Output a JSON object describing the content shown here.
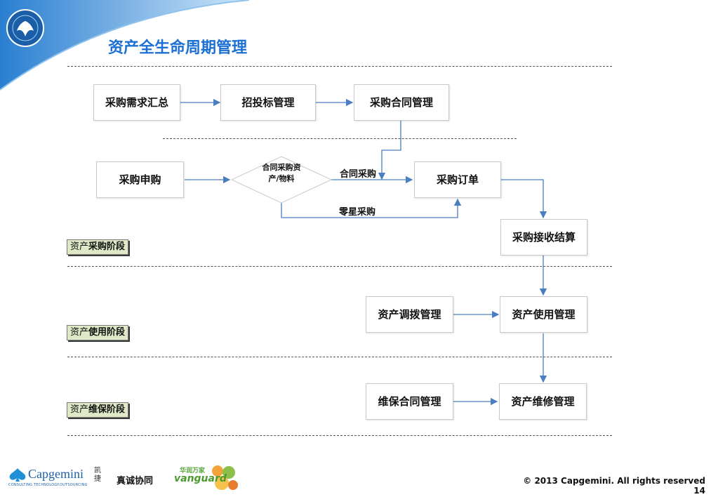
{
  "slide": {
    "title": "资产全生命周期管理",
    "page_number": "14",
    "copyright": "© 2013 Capgemini. All rights reserved"
  },
  "logos": {
    "capgemini_name": "Capgemini",
    "capgemini_cn_1": "凯",
    "capgemini_cn_2": "捷",
    "capgemini_tagline": "CONSULTING.TECHNOLOGY.OUTSOURCING",
    "partner_text": "真诚协同",
    "vanguard_cn": "华润万家",
    "vanguard_en": "vanguard"
  },
  "flow": {
    "demand": "采购需求汇总",
    "tender": "招投标管理",
    "contract": "采购合同管理",
    "requisition": "采购申购",
    "decision": "合同采购资产/物料",
    "contract_purchase": "合同采购",
    "spot_purchase": "零星采购",
    "order": "采购订单",
    "receipt": "采购接收结算",
    "transfer": "资产调拨管理",
    "usage": "资产使用管理",
    "maint_contract": "维保合同管理",
    "maintenance": "资产维修管理"
  },
  "stages": [
    {
      "prefix": "资产",
      "name": "采购阶段"
    },
    {
      "prefix": "资产",
      "name": "使用阶段"
    },
    {
      "prefix": "资产",
      "name": "维保阶段"
    }
  ],
  "colors": {
    "title": "#1c6fd3",
    "arrow": "#4a7ec0",
    "stage_fill": "#dfe9c7",
    "header_swoosh": "#3d8fd6"
  }
}
